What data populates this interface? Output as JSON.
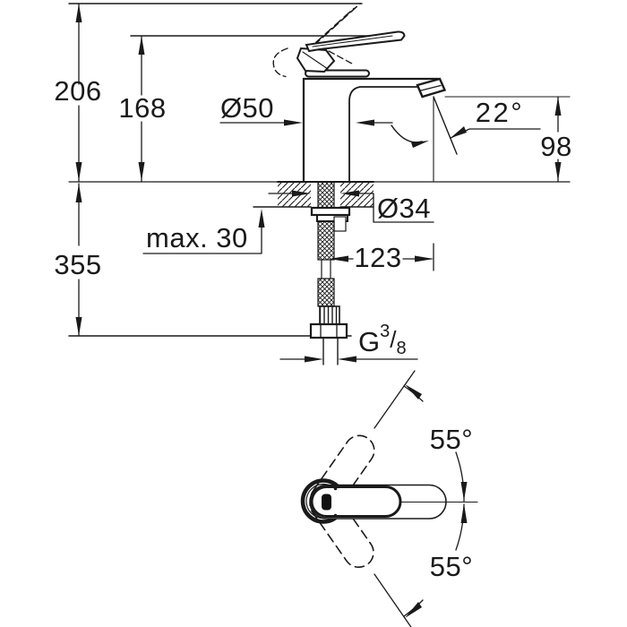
{
  "colors": {
    "line": "#1a1a1a",
    "background": "#ffffff"
  },
  "side_view": {
    "labels": {
      "overall_height": "206",
      "lever_height": "168",
      "supply_length": "355",
      "body_diameter": "Ø50",
      "hole_diameter": "Ø34",
      "deck_thickness": "max. 30",
      "spout_reach": "123",
      "stream_angle": "22°",
      "outlet_height": "98",
      "thread": {
        "letter": "G",
        "sup": "3",
        "slash": "/",
        "sub": "8"
      }
    }
  },
  "top_view": {
    "labels": {
      "lever_swing_up": "55°",
      "lever_swing_down": "55°"
    }
  }
}
